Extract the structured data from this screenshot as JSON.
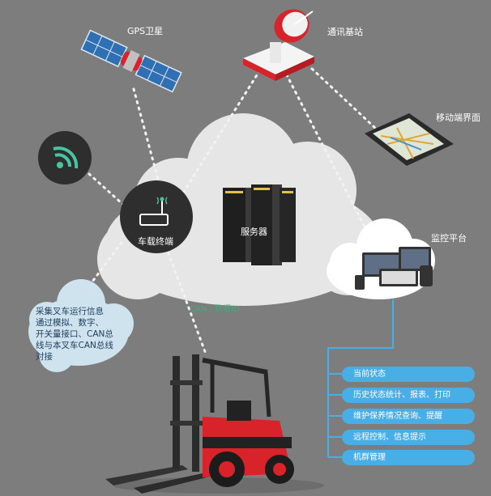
{
  "labels": {
    "gps": "GPS卫星",
    "tower": "通讯基站",
    "mobile": "移动端界面",
    "vehicle_terminal": "车载终端",
    "server": "服务器",
    "monitor_platform": "监控平台",
    "can_io": "CAN / 数据IO"
  },
  "bubble_lines": [
    "采集叉车运行信息",
    "通过模拟、数字、",
    "开关量接口、CAN总",
    "线与本叉车CAN总线",
    "对接"
  ],
  "features": [
    "当前状态",
    "历史状态统计、报表、打印",
    "维护保养情况查询、提醒",
    "远程控制、信息提示",
    "机群管理"
  ],
  "colors": {
    "background": "#7d7d7d",
    "accent_blue": "#48aee6",
    "forklift_red": "#d8232a",
    "dark_terminal": "#2e2e2e",
    "cloud": "#e6e6e6"
  }
}
